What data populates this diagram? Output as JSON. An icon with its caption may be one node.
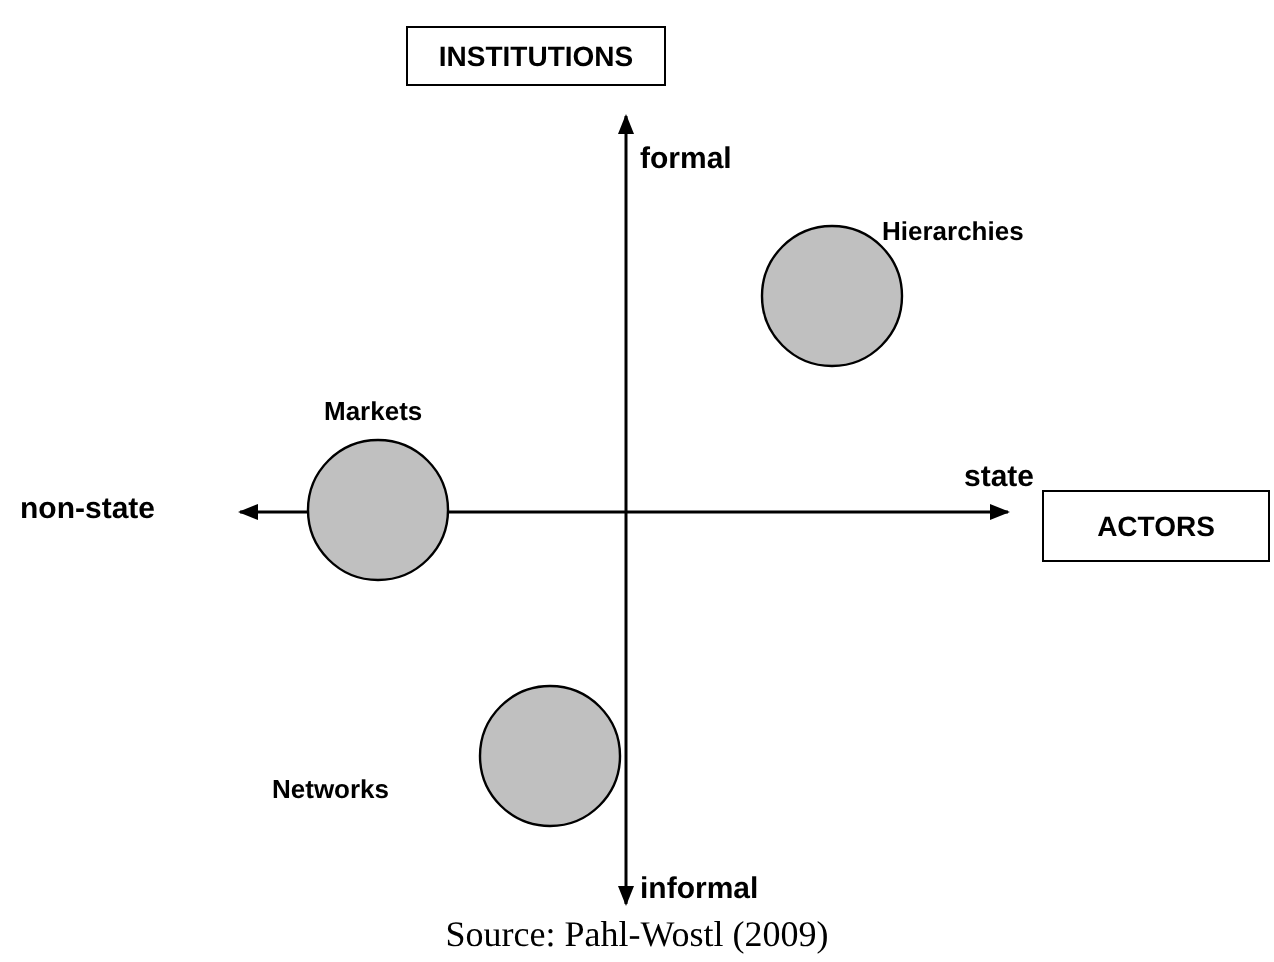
{
  "diagram": {
    "caption": "Source: Pahl-Wostl (2009)",
    "nodes": [
      {
        "text": [
          "INSTITUTIONS"
        ]
      },
      {
        "text": [
          "Hierarchies"
        ]
      },
      {
        "text": [
          "Markets"
        ]
      },
      {
        "text": [
          "ACTORS"
        ]
      },
      {
        "text": [
          "Networks"
        ]
      }
    ],
    "labels": [
      "formal",
      "state",
      "non-state",
      "informal"
    ]
  }
}
